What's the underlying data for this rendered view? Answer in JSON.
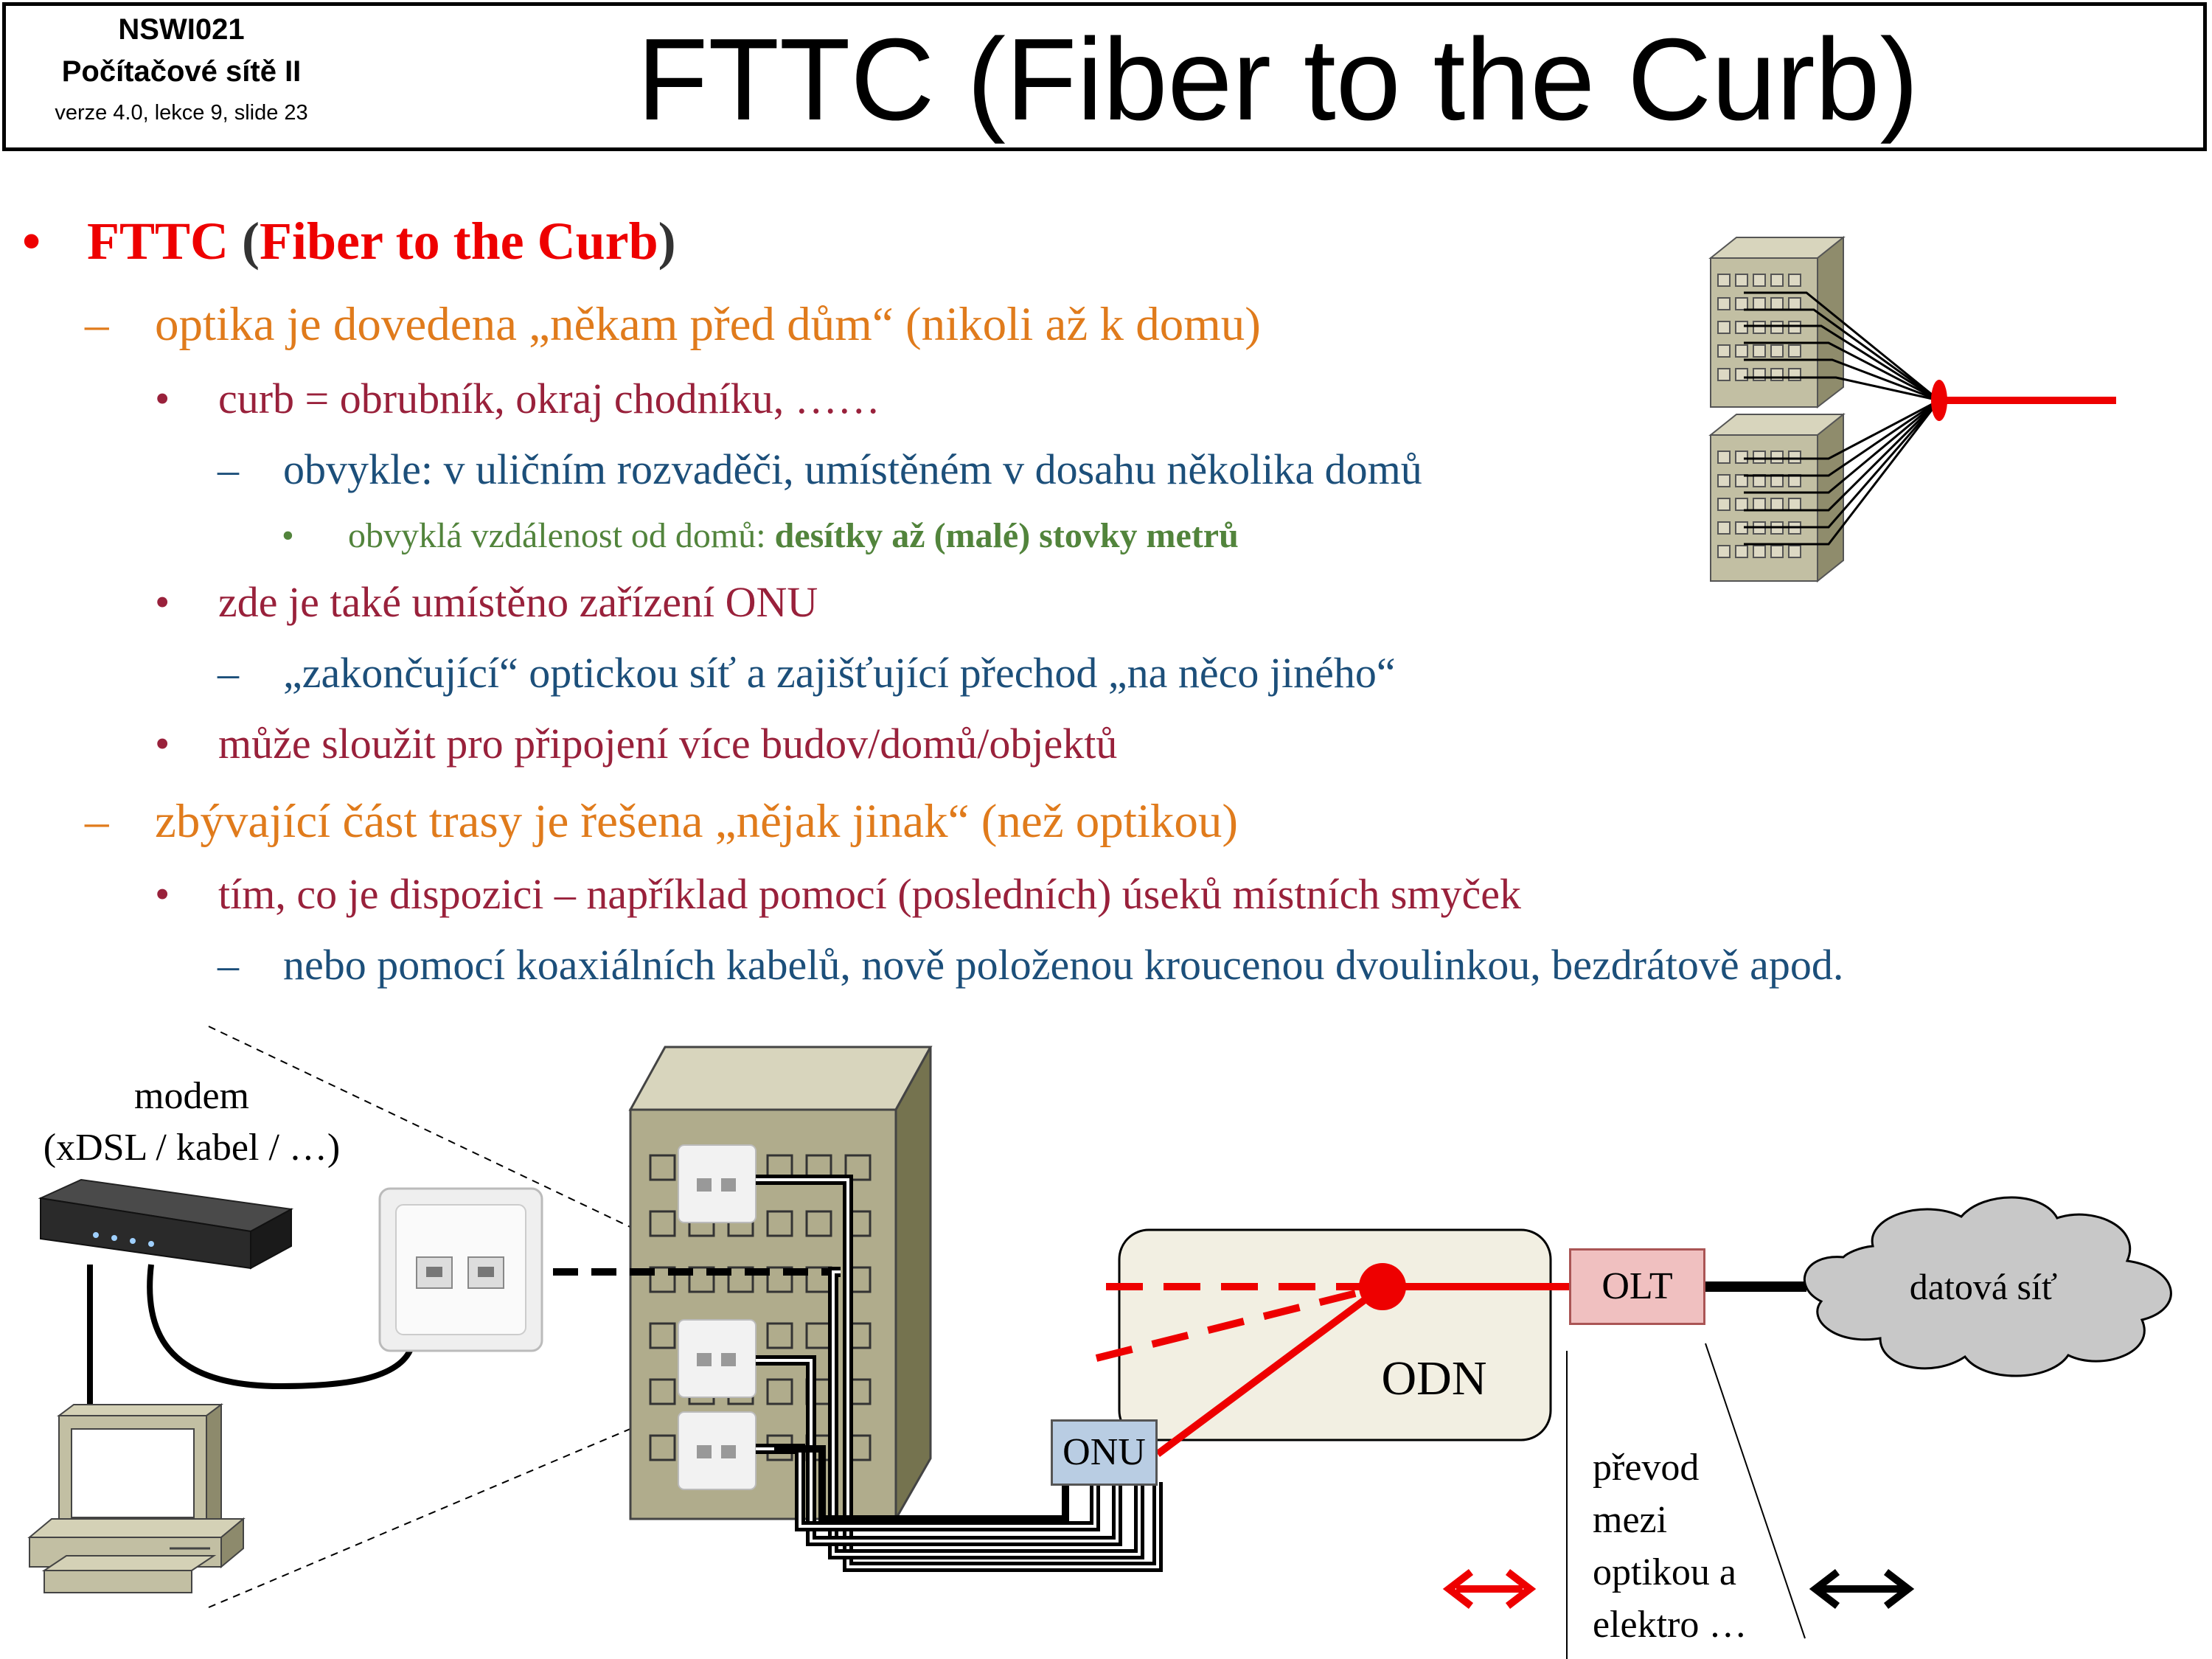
{
  "header": {
    "course_code": "NSWI021",
    "course_name": "Počítačové sítě II",
    "version_info": "verze 4.0, lekce  9, slide 23",
    "title": "FTTC (Fiber to the Curb)"
  },
  "bullets": {
    "b1": {
      "fttc": "FTTC",
      "open": " (",
      "full": "Fiber to the Curb",
      "close": ")"
    },
    "b2": "optika je dovedena „někam před dům“ (nikoli až k domu)",
    "b3": "curb = obrubník, okraj chodníku, ……",
    "b4": "obvykle: v uličním rozvaděči, umístěném v dosahu několika domů",
    "b5": {
      "prefix": "obvyklá vzdálenost od domů: ",
      "bold": "desítky až (malé) stovky metrů"
    },
    "b6": "zde je také umístěno zařízení ONU",
    "b7": "„zakončující“ optickou síť a zajišťující přechod „na něco jiného“",
    "b8": "může sloužit pro připojení více budov/domů/objektů",
    "b9": "zbývající část trasy je řešena „nějak jinak“ (než optikou)",
    "b10": "tím, co je dispozici – například pomocí (posledních) úseků místních smyček",
    "b11": "nebo pomocí koaxiálních kabelů, nově položenou kroucenou dvoulinkou, bezdrátově apod."
  },
  "diagram": {
    "modem_label": "modem",
    "modem_sub": "(xDSL / kabel / …)",
    "onu": "ONU",
    "odn": "ODN",
    "olt": "OLT",
    "cloud": "datová síť",
    "conversion": [
      "převod",
      "mezi",
      "optikou a",
      "elektro …"
    ]
  },
  "colors": {
    "fiber": "#ee0000",
    "building": "#bcb89a",
    "onu_box": "#b9cde3",
    "olt_box": "#f0c0c0",
    "odn_box": "#f2efe2",
    "cloud": "#c8c8c8"
  }
}
